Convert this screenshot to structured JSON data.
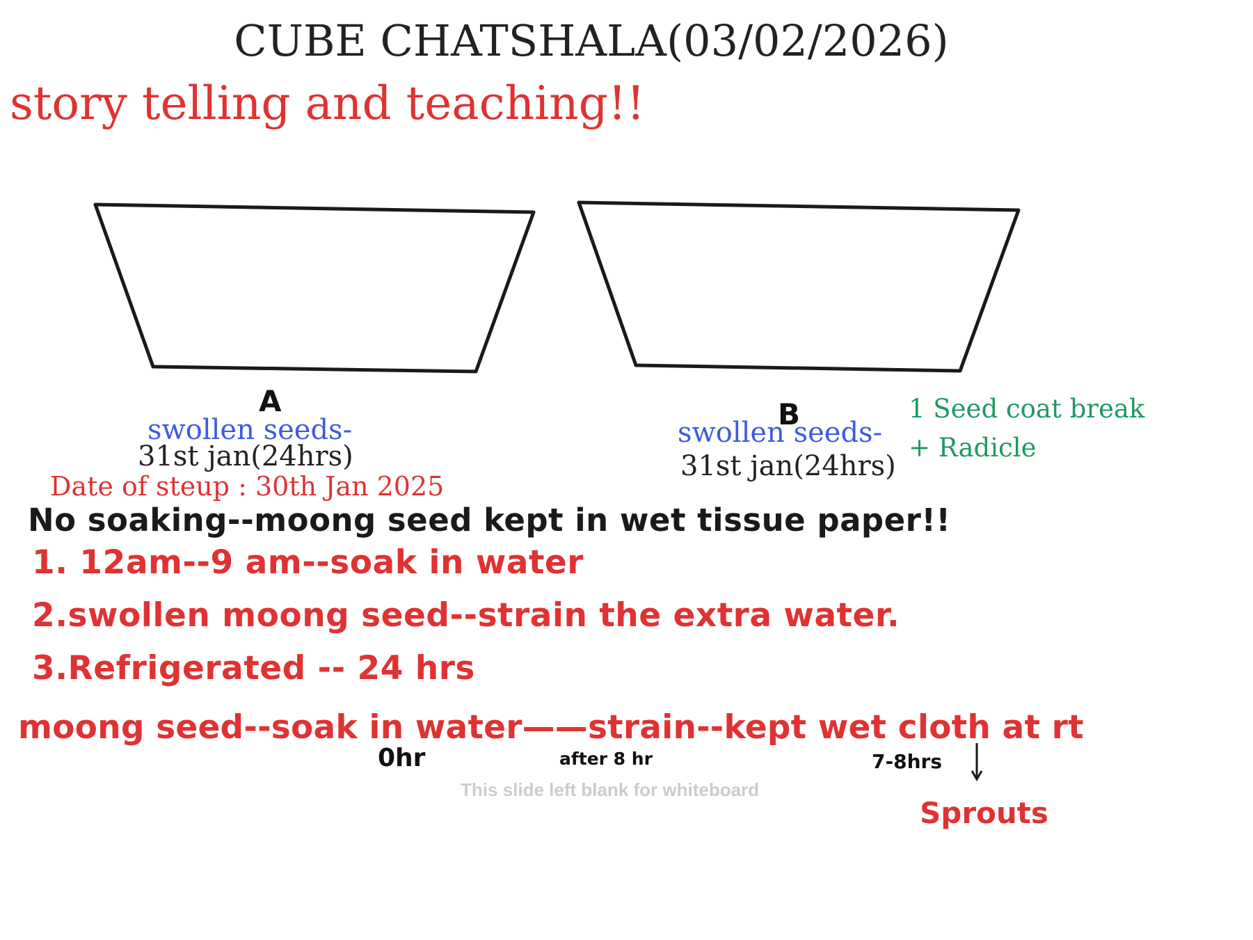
{
  "title": "CUBE CHATSHALA(03/02/2026)",
  "subtitle": "story telling and teaching!!",
  "setup_a": {
    "label": "A",
    "swollen": "swollen seeds-",
    "date": "31st jan(24hrs)",
    "setup_date": "Date of steup : 30th Jan 2025"
  },
  "setup_b": {
    "label": "B",
    "swollen": "swollen seeds-",
    "date": "31st jan(24hrs)",
    "note": "1 Seed coat break + Radicle"
  },
  "no_soaking": "No soaking--moong seed kept in wet tissue paper!!",
  "steps": [
    "1. 12am--9 am--soak in water",
    "2.swollen moong seed--strain the extra water.",
    "3.Refrigerated -- 24 hrs"
  ],
  "process": {
    "text": "moong seed--soak in water——strain--kept wet cloth at rt",
    "time_start": "0hr",
    "time_after": "after 8 hr",
    "time_end": "7-8hrs",
    "result": "Sprouts"
  },
  "footer_note": "This slide left blank for whiteboard",
  "colors": {
    "red": "#e03232",
    "blue": "#3d5be0",
    "green": "#1e9960",
    "black": "#1a1a1a",
    "gray": "#cccccc"
  }
}
